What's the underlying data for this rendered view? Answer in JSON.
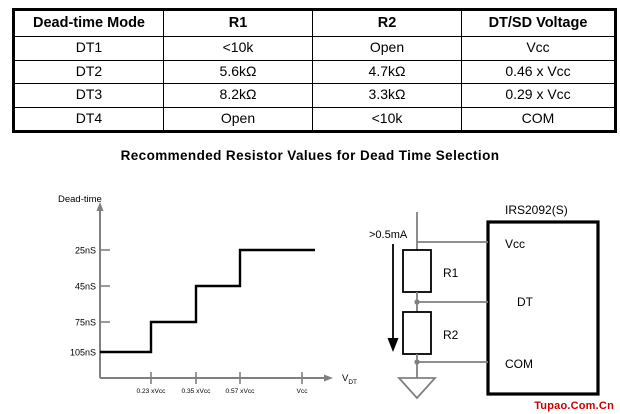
{
  "table": {
    "headers": [
      "Dead-time Mode",
      "R1",
      "R2",
      "DT/SD Voltage"
    ],
    "rows": [
      [
        "DT1",
        "<10k",
        "Open",
        "Vcc"
      ],
      [
        "DT2",
        "5.6kΩ",
        "4.7kΩ",
        "0.46 x Vcc"
      ],
      [
        "DT3",
        "8.2kΩ",
        "3.3kΩ",
        "0.29 x Vcc"
      ],
      [
        "DT4",
        "Open",
        "<10k",
        "COM"
      ]
    ]
  },
  "caption": "Recommended Resistor Values for Dead Time Selection",
  "chart_data": {
    "type": "line",
    "title": "",
    "xlabel": "VDT",
    "xlabel_base": "V",
    "xlabel_sub": "DT",
    "ylabel": "Dead-time",
    "x_tick_labels": [
      "0.23 xVcc",
      "0.35 xVcc",
      "0.57 xVcc",
      "Vcc"
    ],
    "x_tick_values": [
      0.23,
      0.35,
      0.57,
      1.0
    ],
    "y_tick_labels": [
      "25nS",
      "45nS",
      "75nS",
      "105nS"
    ],
    "y_tick_values": [
      25,
      45,
      75,
      105
    ],
    "grid": false,
    "legend": "none",
    "series": [
      {
        "name": "Dead-time vs VDT",
        "step": "post",
        "points": [
          {
            "x": 0.0,
            "y": 105
          },
          {
            "x": 0.23,
            "y": 105
          },
          {
            "x": 0.23,
            "y": 75
          },
          {
            "x": 0.35,
            "y": 75
          },
          {
            "x": 0.35,
            "y": 45
          },
          {
            "x": 0.57,
            "y": 45
          },
          {
            "x": 0.57,
            "y": 25
          },
          {
            "x": 1.0,
            "y": 25
          }
        ]
      }
    ]
  },
  "circuit": {
    "chip_name": "IRS2092(S)",
    "current_label": ">0.5mA",
    "resistors": [
      "R1",
      "R2"
    ],
    "pins": [
      "Vcc",
      "DT",
      "COM"
    ],
    "ground_symbol": "ground-triangle"
  },
  "watermark": "Tupao.Com.Cn",
  "colors": {
    "ink": "#000000",
    "wire": "#808080",
    "watermark": "#cc0000",
    "background": "#ffffff"
  }
}
